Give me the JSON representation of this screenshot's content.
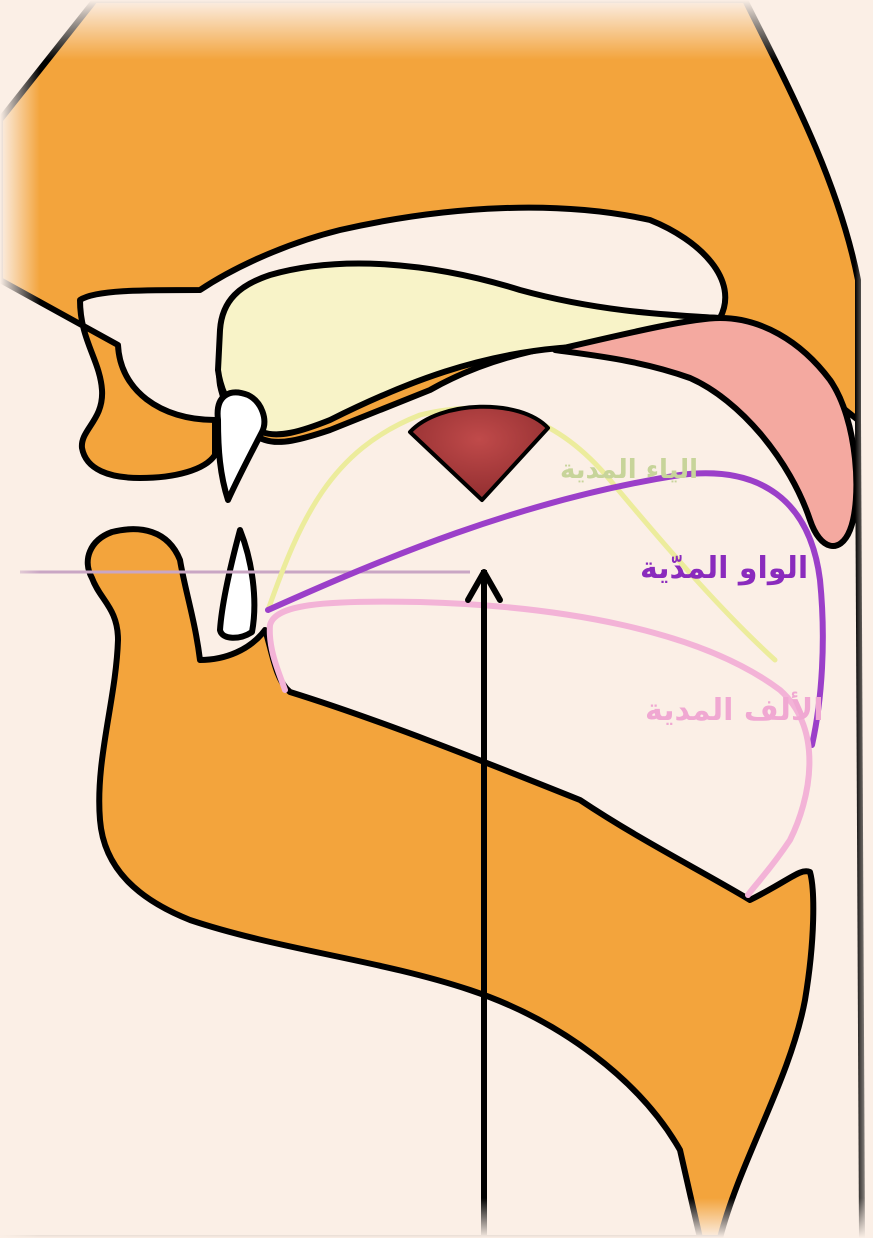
{
  "diagram": {
    "labels": {
      "ya": "الياء المدية",
      "waw": "الواو المدّية",
      "alif": "الألف المدية"
    },
    "colors": {
      "background": "#fbefe6",
      "tissue": "#f3a43c",
      "palate": "#f8f3c8",
      "velum": "#f4a9a0",
      "outline": "#000000",
      "ya_line": "#ecec9c",
      "waw_line": "#9b3fc9",
      "alif_line": "#f3b3d7",
      "ya_text": "#c7d49a",
      "waw_text": "#8a2bbd",
      "alif_text": "#f0a8d2",
      "marker": "#a8383a",
      "arrow": "#000000"
    },
    "icons": {
      "marker": "articulation-point-wedge-icon",
      "arrow": "up-arrow-icon"
    }
  }
}
